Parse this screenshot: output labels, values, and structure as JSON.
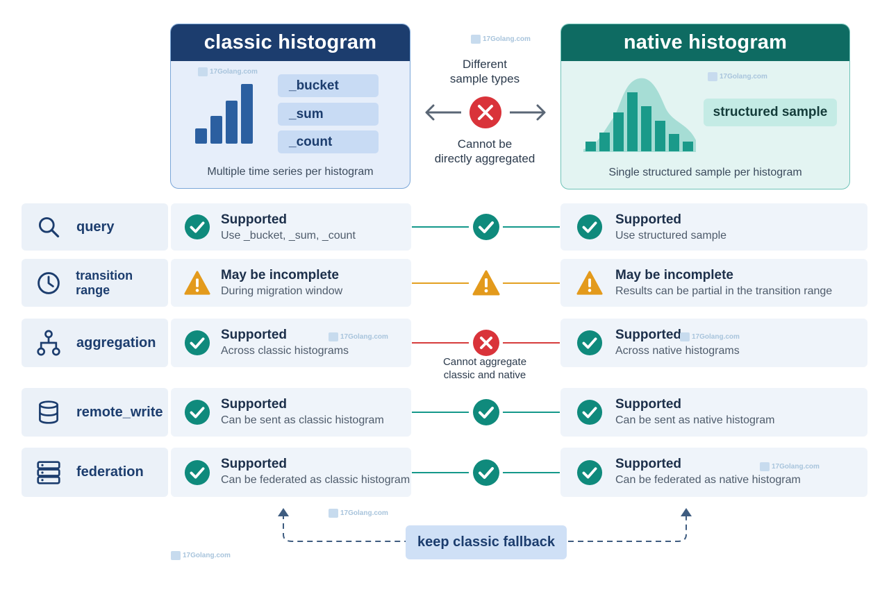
{
  "classic": {
    "title": "classic histogram",
    "series": [
      "_bucket",
      "_sum",
      "_count"
    ],
    "caption": "Multiple time series per histogram",
    "color": "#1c3d6e"
  },
  "native": {
    "title": "native histogram",
    "pill": "structured sample",
    "caption": "Single structured sample per histogram",
    "color": "#0e6b62"
  },
  "middle": {
    "top_label": "Different\nsample types",
    "bottom_label": "Cannot be\ndirectly aggregated"
  },
  "rows": [
    {
      "label": "query",
      "icon": "search-icon",
      "left": {
        "status": "Supported",
        "detail": "Use _bucket, _sum, _count",
        "icon": "check-icon"
      },
      "middle": {
        "icon": "check-icon",
        "note": ""
      },
      "right": {
        "status": "Supported",
        "detail": "Use structured sample",
        "icon": "check-icon"
      },
      "line_color": "#14988a"
    },
    {
      "label": "transition range",
      "icon": "clock-icon",
      "left": {
        "status": "May be incomplete",
        "detail": "During migration window",
        "icon": "warning-icon"
      },
      "middle": {
        "icon": "warning-icon",
        "note": ""
      },
      "right": {
        "status": "May be incomplete",
        "detail": "Results can be partial in the transition range",
        "icon": "warning-icon"
      },
      "line_color": "#e3a020"
    },
    {
      "label": "aggregation",
      "icon": "hierarchy-icon",
      "left": {
        "status": "Supported",
        "detail": "Across classic histograms",
        "icon": "check-icon"
      },
      "middle": {
        "icon": "cross-icon",
        "note": "Cannot aggregate\nclassic and native"
      },
      "right": {
        "status": "Supported",
        "detail": "Across native histograms",
        "icon": "check-icon"
      },
      "line_color": "#d63c3c"
    },
    {
      "label": "remote_write",
      "icon": "database-icon",
      "left": {
        "status": "Supported",
        "detail": "Can be sent as classic histogram",
        "icon": "check-icon"
      },
      "middle": {
        "icon": "check-icon",
        "note": ""
      },
      "right": {
        "status": "Supported",
        "detail": "Can be sent as native histogram",
        "icon": "check-icon"
      },
      "line_color": "#14988a"
    },
    {
      "label": "federation",
      "icon": "server-icon",
      "left": {
        "status": "Supported",
        "detail": "Can be federated as classic histogram",
        "icon": "check-icon"
      },
      "middle": {
        "icon": "check-icon",
        "note": ""
      },
      "right": {
        "status": "Supported",
        "detail": "Can be federated as native histogram",
        "icon": "check-icon"
      },
      "line_color": "#14988a"
    }
  ],
  "fallback": "keep classic fallback",
  "watermark": "17Golang.com"
}
